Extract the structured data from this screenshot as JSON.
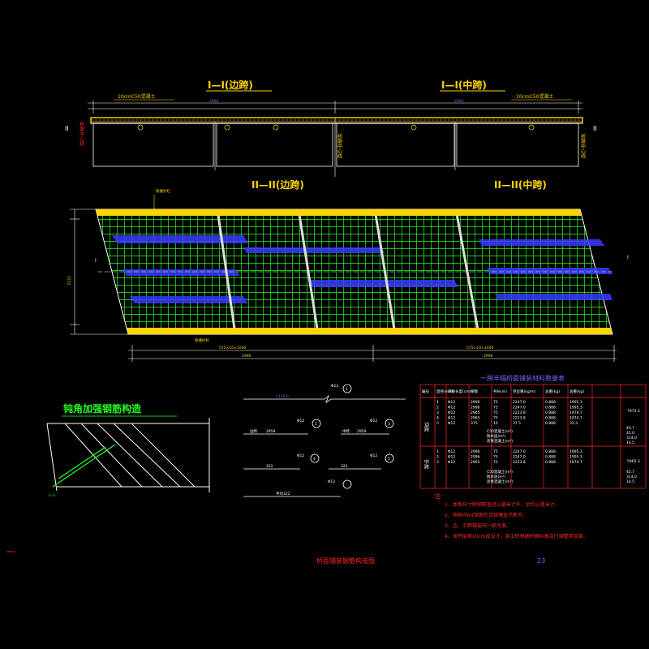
{
  "title": "桥面铺装钢筋构造图",
  "page_number": "23",
  "section_I_side": "I—I(边跨)",
  "section_I_mid": "I—I(中跨)",
  "section_II_side": "II—II(边跨)",
  "section_II_mid": "II—II(中跨)",
  "skew_title": "钝角加强钢筋构造",
  "left_top_label": "10cmC50混凝土",
  "right_top_label": "10cmC50混凝土",
  "left_vertical_label": "桥墩中心线",
  "mid_vertical_label": "桥墩中心线",
  "right_vertical_label": "桥墩中心线",
  "guardrail_label": "防撞护栏",
  "guardrail_label_bottom": "防撞护栏",
  "bottom_dim_left": "2996",
  "bottom_dim_right": "2996",
  "bottom_sub_dim_left": "575×10×1000",
  "bottom_sub_dim_right": "575×10×1000",
  "left_dim_total": "1212",
  "table_title": "一跨半幅桥面铺装材料数量表",
  "table_headers": [
    "编号",
    "直径(mm)",
    "单根长度(cm)",
    "根数",
    "共长(m)",
    "单位重(kg/m)",
    "总重(kg)",
    "总重(kg)"
  ],
  "table_group_side": "边跨",
  "table_group_mid": "中跨",
  "table_rows_side": [
    [
      "1",
      "Φ12",
      "2996",
      "75",
      "2247.0",
      "0.888",
      "1995.3"
    ],
    [
      "2",
      "Φ12",
      "2996",
      "75",
      "2247.0",
      "0.888",
      "1995.3"
    ],
    [
      "3",
      "Φ12",
      "2965",
      "75",
      "2223.8",
      "0.888",
      "1974.7"
    ],
    [
      "4",
      "Φ12",
      "2965",
      "75",
      "2223.8",
      "0.888",
      "1974.7"
    ],
    [
      "5",
      "Φ12",
      "375",
      "10",
      "37.5",
      "0.888",
      "33.3"
    ]
  ],
  "table_side_total": "7973.3",
  "table_side_notes": [
    "C50混凝土(m³)",
    "防水层(m²)",
    "沥青混凝土(m³)"
  ],
  "table_side_note_values": [
    "45.7",
    "41.0",
    "314.0",
    "14.5"
  ],
  "table_rows_mid": [
    [
      "1",
      "Φ12",
      "2996",
      "75",
      "2247.0",
      "0.888",
      "1995.3"
    ],
    [
      "2",
      "Φ12",
      "2996",
      "75",
      "2247.0",
      "0.888",
      "1995.3"
    ],
    [
      "3",
      "Φ12",
      "2965",
      "75",
      "2223.8",
      "0.888",
      "1974.7"
    ]
  ],
  "table_mid_total": "5965.3",
  "table_mid_notes": [
    "C50混凝土(m³)",
    "防水层(m²)",
    "沥青混凝土(m³)"
  ],
  "table_mid_note_values": [
    "45.7",
    "314.0",
    "14.5"
  ],
  "notes_heading": "注:",
  "notes": [
    "1、本图尺寸除钢筋直径以毫米计外，余均以厘米计。",
    "2、顺桥向N1钢筋在连续墩处不断开。",
    "3、边、中跨铺装同一联为准。",
    "4、调平层按10cm厚设计，施工时根据桥面标高自行调整其厚度。"
  ],
  "rebar_labels": {
    "r1_len": "1170.0",
    "r1_dia": "Φ12",
    "r2_len": "2959",
    "r2_dia": "Φ12",
    "r2_tag": "边跨",
    "r3_len": "2959",
    "r3_dia": "Φ12",
    "r3_tag": "中跨",
    "r4_len": "322",
    "r4_dia": "Φ12",
    "r5_len": "322",
    "r5_dia": "Φ12",
    "r6_len": "平均322",
    "r6_dia": "Φ12",
    "circle1": "1",
    "circle2": "2",
    "circle3": "3",
    "circle4": "4",
    "circle5": "5"
  },
  "colors": {
    "yellow": "#ffd400",
    "green": "#22ff22",
    "blue": "#5050ff",
    "red": "#ff2a2a",
    "white": "#ffffff",
    "cyan": "#37d7ff"
  }
}
